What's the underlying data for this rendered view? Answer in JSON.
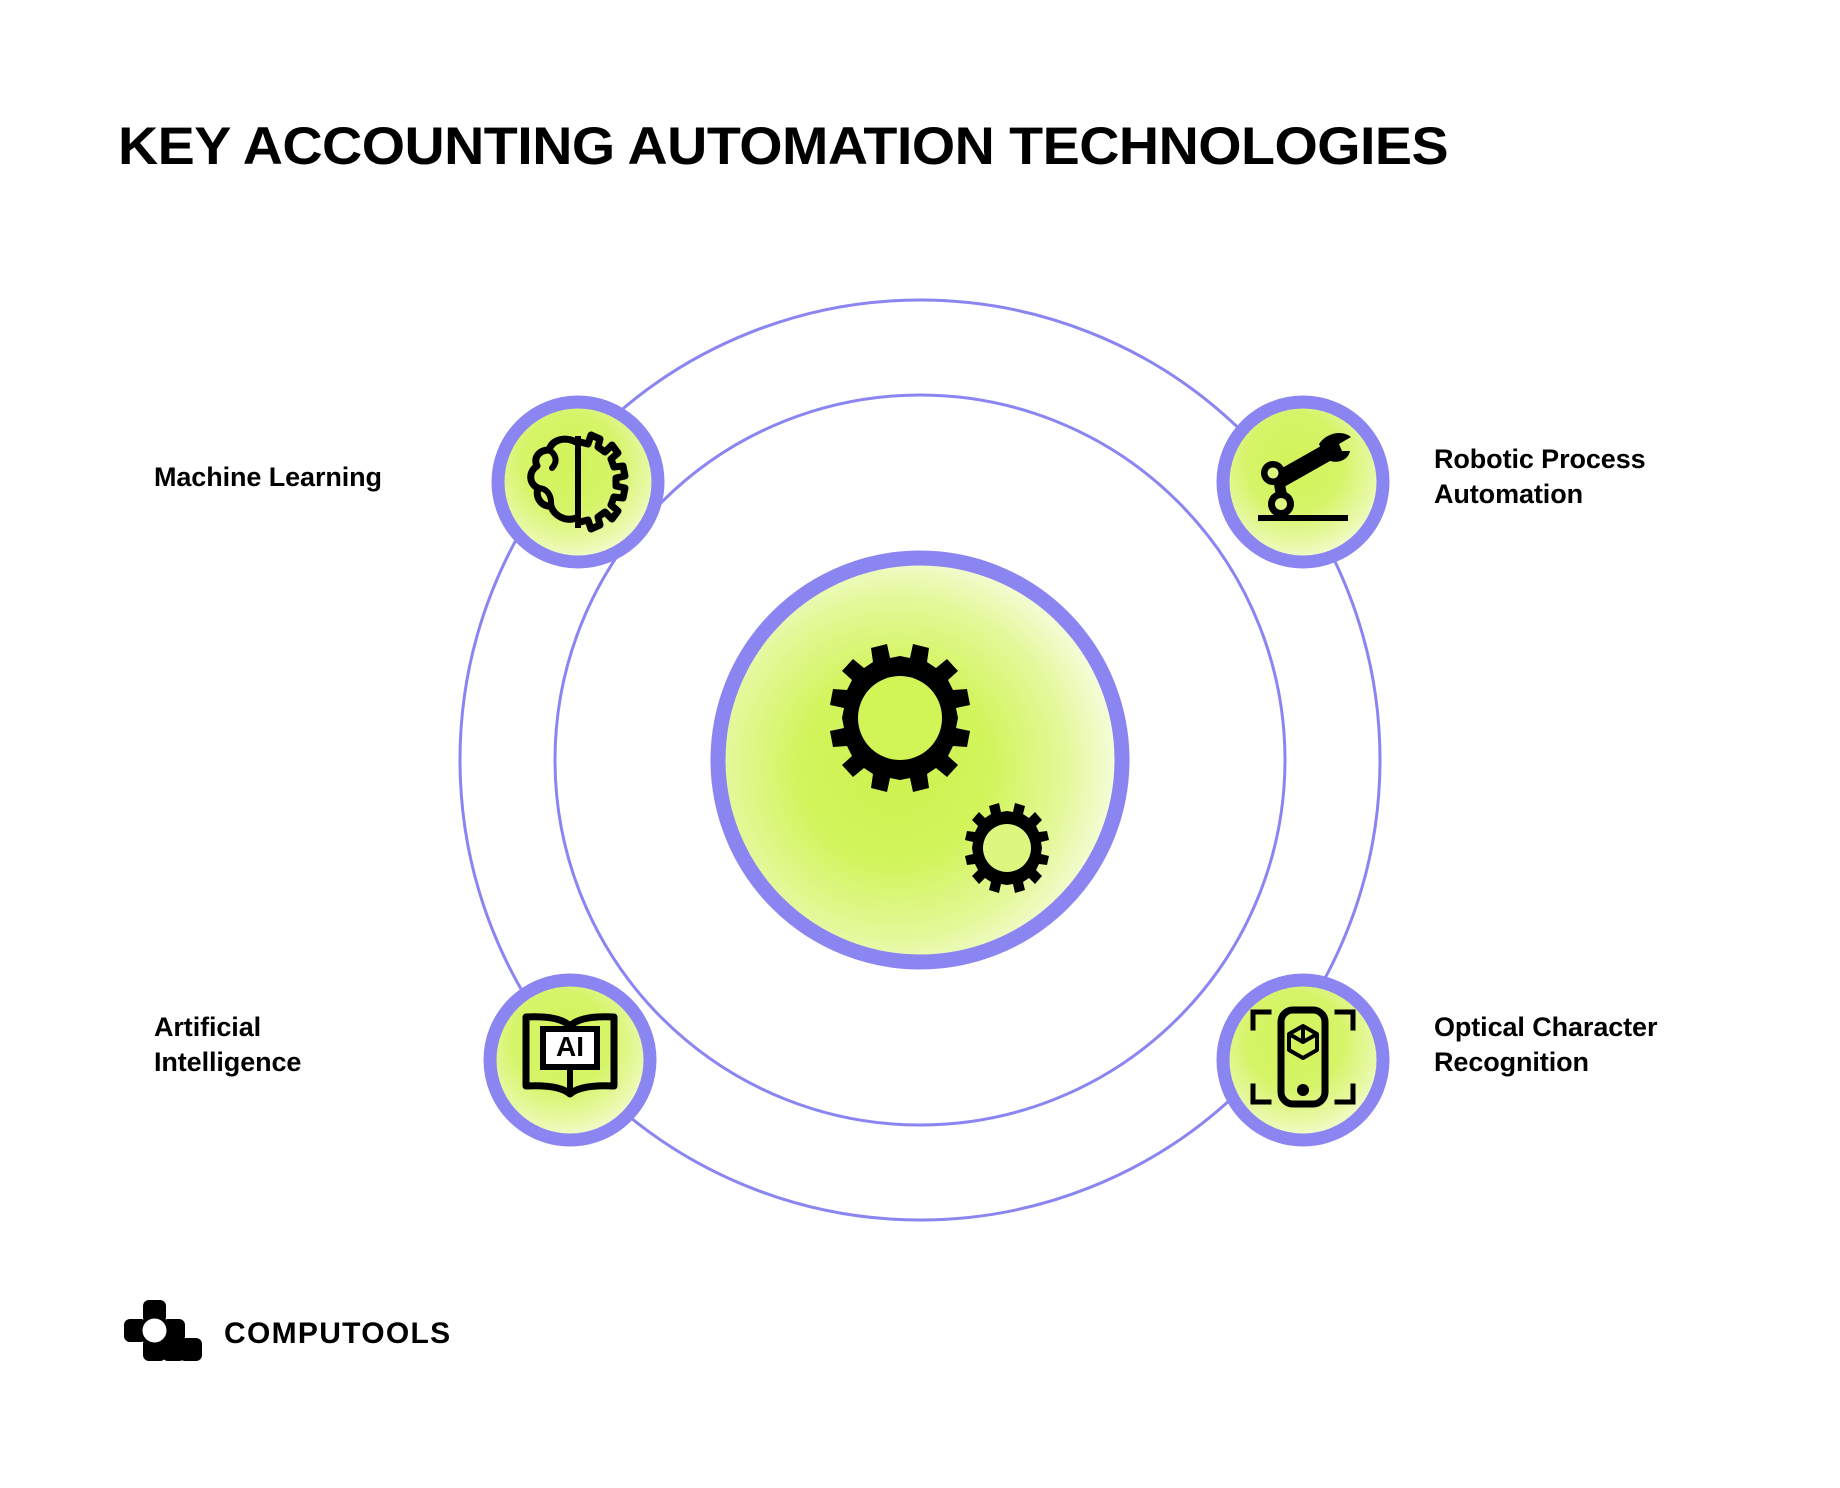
{
  "title": "KEY ACCOUNTING AUTOMATION TECHNOLOGIES",
  "center": {
    "name": "automation-core",
    "icons": [
      "gear-large-icon",
      "gear-small-icon"
    ]
  },
  "nodes": [
    {
      "id": "machine-learning",
      "label_line1": "Machine Learning",
      "label_line2": "",
      "icon": "brain-gear-icon",
      "position": "top-left"
    },
    {
      "id": "robotic-process-automation",
      "label_line1": "Robotic Process",
      "label_line2": "Automation",
      "icon": "robot-arm-wrench-icon",
      "position": "top-right"
    },
    {
      "id": "artificial-intelligence",
      "label_line1": "Artificial",
      "label_line2": "Intelligence",
      "icon": "book-ai-icon",
      "position": "bottom-left"
    },
    {
      "id": "optical-character-recognition",
      "label_line1": "Optical Character",
      "label_line2": "Recognition",
      "icon": "scan-cube-icon",
      "position": "bottom-right"
    }
  ],
  "footer": {
    "brand": "COMPUTOOLS",
    "logo_icon": "computools-blocks-logo"
  },
  "colors": {
    "ring": "#8b85f2",
    "ring_thin": "#8b85f2",
    "glow_lime": "#ccf24f",
    "glow_edge": "#ffffff",
    "text": "#000000",
    "background": "#ffffff"
  }
}
